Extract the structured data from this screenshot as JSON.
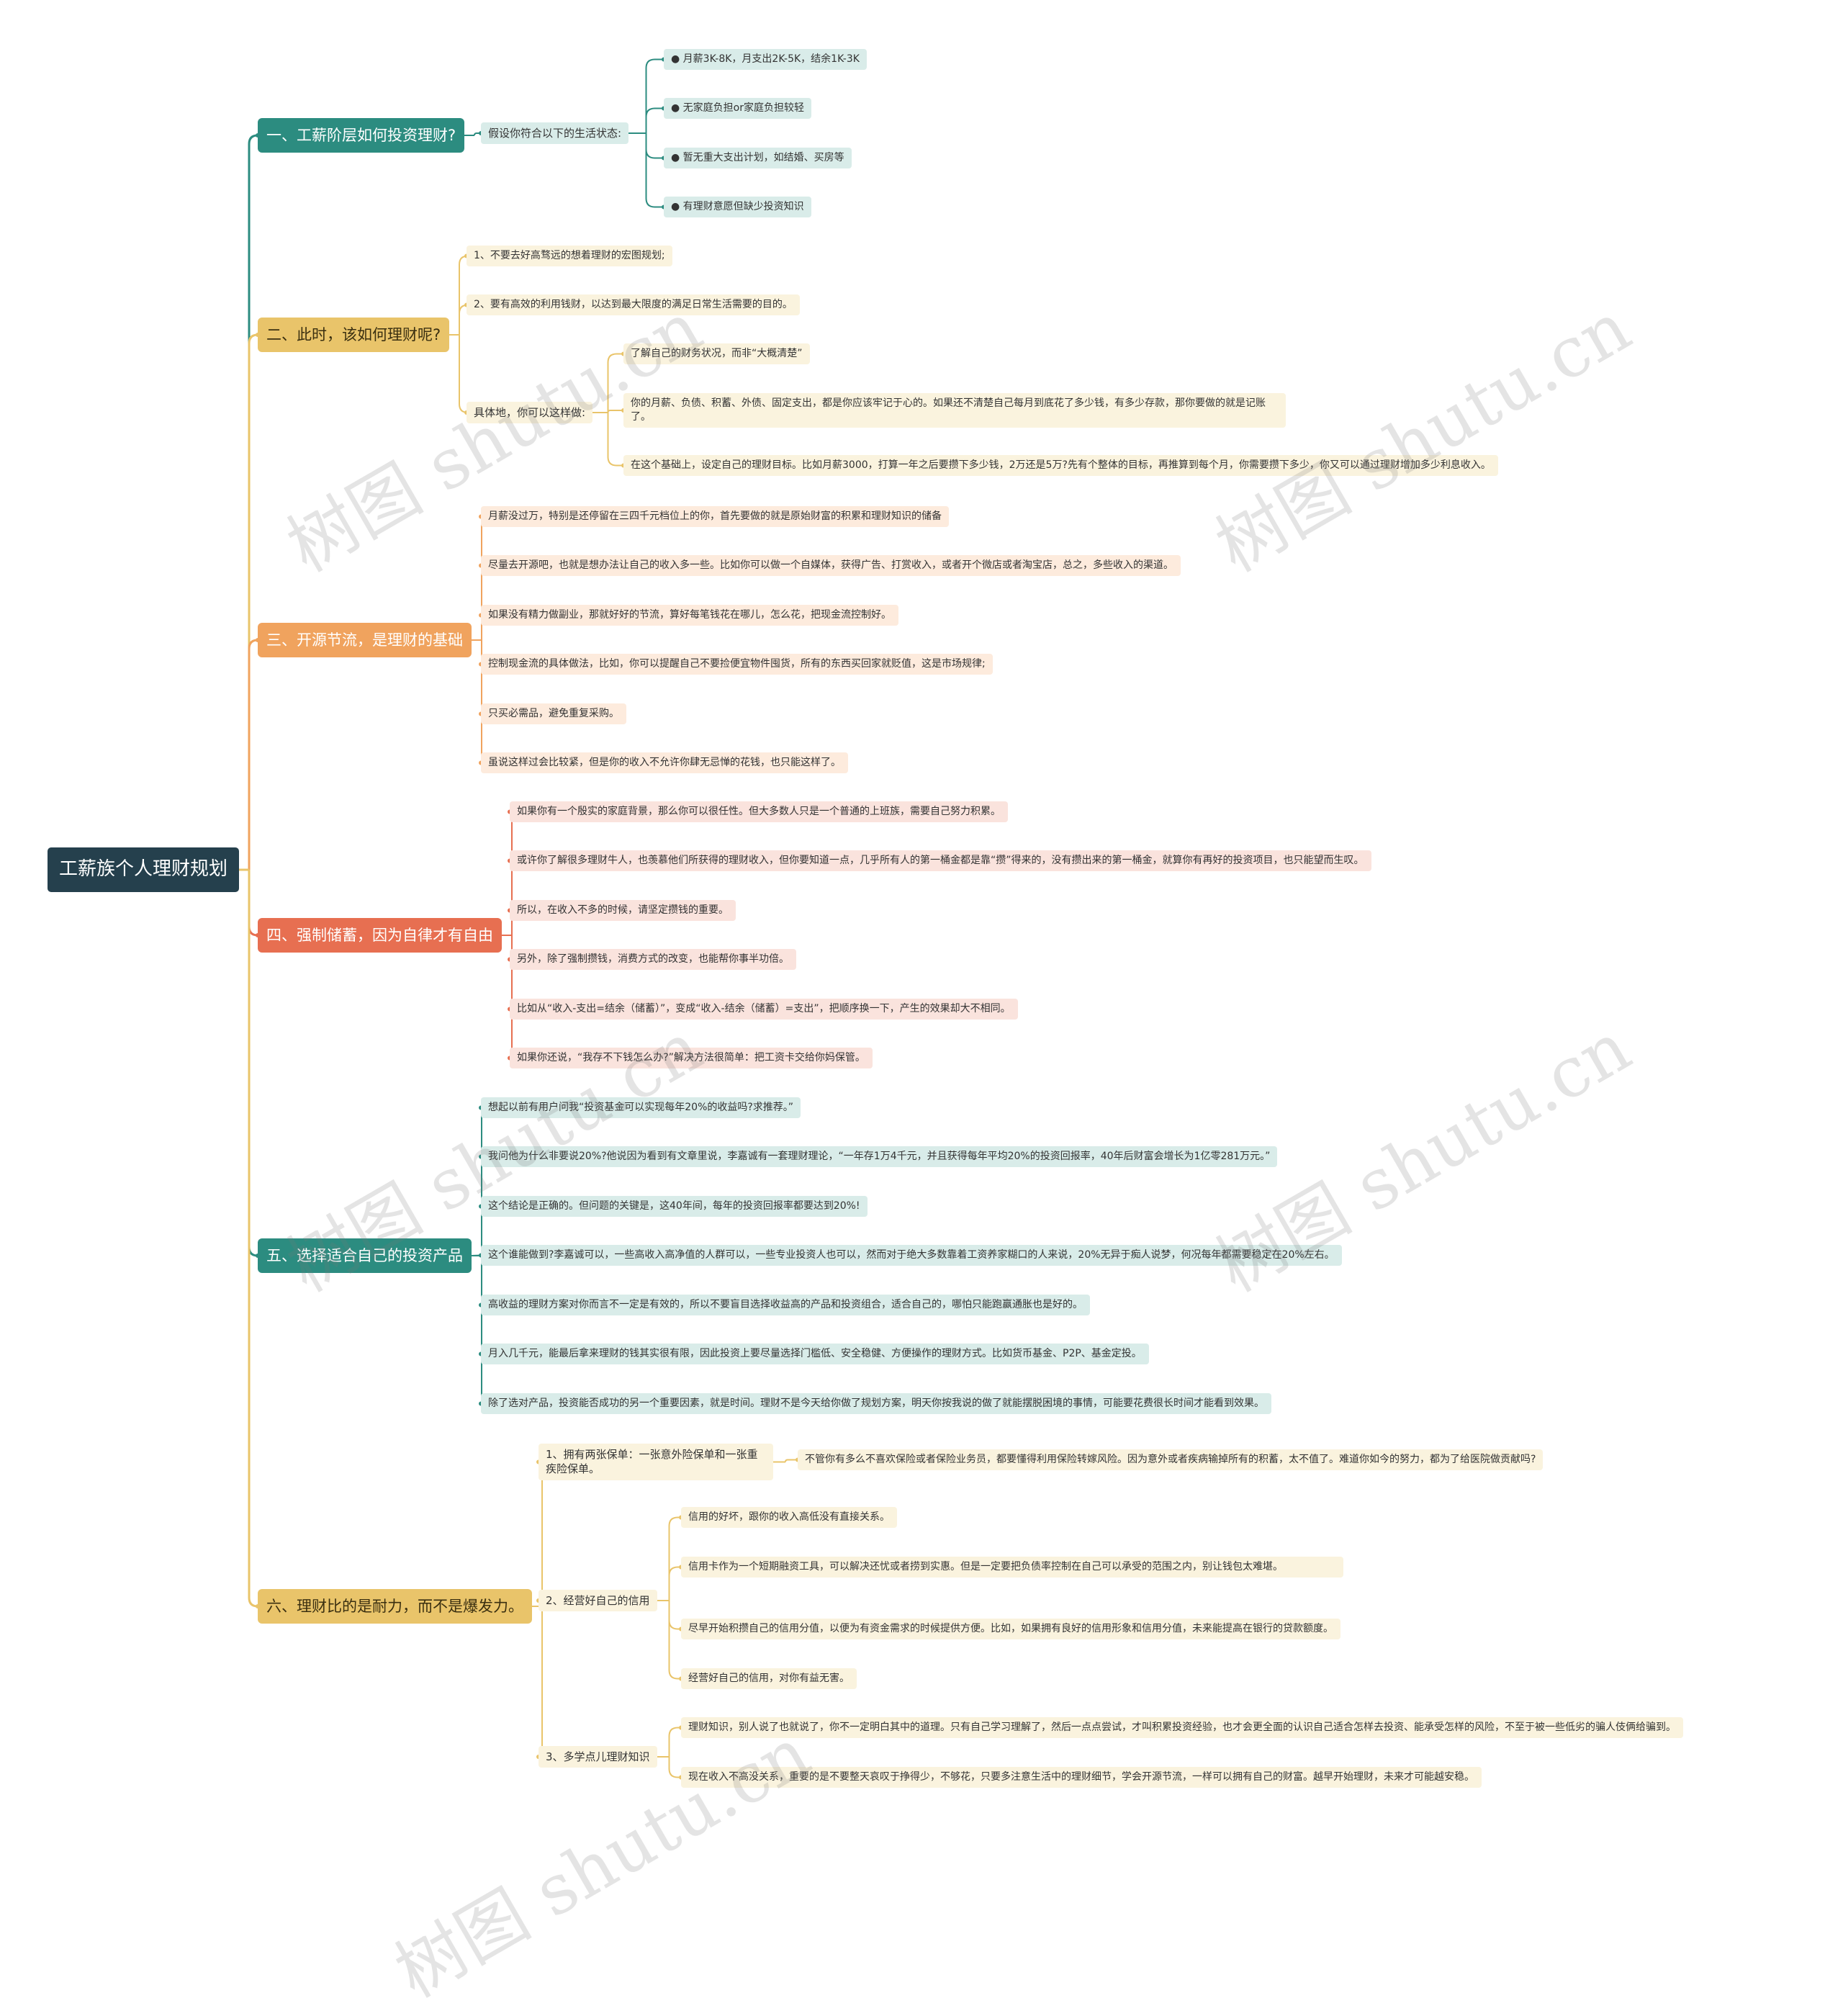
{
  "root": "工薪族个人理财规划",
  "colors": {
    "teal": "#2c8c80",
    "teal_bg": "#d9ece9",
    "gold": "#e9c46a",
    "gold_bg": "#faf3de",
    "orange": "#f0a35e",
    "orange_bg": "#fdebdd",
    "red": "#e76f51",
    "red_bg": "#fae3dd"
  },
  "branches": [
    {
      "title": "一、工薪阶层如何投资理财?",
      "sub": {
        "label": "假设你符合以下的生活状态:",
        "items": [
          "● 月薪3K-8K，月支出2K-5K，结余1K-3K",
          "● 无家庭负担or家庭负担较轻",
          "● 暂无重大支出计划，如结婚、买房等",
          "● 有理财意愿但缺少投资知识"
        ]
      }
    },
    {
      "title": "二、此时，该如何理财呢?",
      "items": [
        "1、不要去好高骛远的想着理财的宏图规划;",
        "2、要有高效的利用钱财，以达到最大限度的满足日常生活需要的目的。"
      ],
      "sub": {
        "label": "具体地，你可以这样做:",
        "items": [
          "了解自己的财务状况，而非“大概清楚”",
          "你的月薪、负债、积蓄、外债、固定支出，都是你应该牢记于心的。如果还不清楚自己每月到底花了多少钱，有多少存款，那你要做的就是记账了。",
          "在这个基础上，设定自己的理财目标。比如月薪3000，打算一年之后要攒下多少钱，2万还是5万?先有个整体的目标，再推算到每个月，你需要攒下多少，你又可以通过理财增加多少利息收入。"
        ]
      }
    },
    {
      "title": "三、开源节流，是理财的基础",
      "items": [
        "月薪没过万，特别是还停留在三四千元档位上的你，首先要做的就是原始财富的积累和理财知识的储备",
        "尽量去开源吧，也就是想办法让自己的收入多一些。比如你可以做一个自媒体，获得广告、打赏收入，或者开个微店或者淘宝店，总之，多些收入的渠道。",
        "如果没有精力做副业，那就好好的节流，算好每笔钱花在哪儿，怎么花，把现金流控制好。",
        "控制现金流的具体做法，比如，你可以提醒自己不要捡便宜物件囤货，所有的东西买回家就贬值，这是市场规律;",
        "只买必需品，避免重复采购。",
        "虽说这样过会比较紧，但是你的收入不允许你肆无忌惮的花钱，也只能这样了。"
      ]
    },
    {
      "title": "四、强制储蓄，因为自律才有自由",
      "items": [
        "如果你有一个殷实的家庭背景，那么你可以很任性。但大多数人只是一个普通的上班族，需要自己努力积累。",
        "或许你了解很多理财牛人，也羡慕他们所获得的理财收入，但你要知道一点，几乎所有人的第一桶金都是靠“攒”得来的，没有攒出来的第一桶金，就算你有再好的投资项目，也只能望而生叹。",
        "所以，在收入不多的时候，请坚定攒钱的重要。",
        "另外，除了强制攒钱，消费方式的改变，也能帮你事半功倍。",
        "比如从“收入-支出=结余（储蓄）”，变成“收入-结余（储蓄）=支出”，把顺序换一下，产生的效果却大不相同。",
        "如果你还说，“我存不下钱怎么办?”解决方法很简单：把工资卡交给你妈保管。"
      ]
    },
    {
      "title": "五、选择适合自己的投资产品",
      "items": [
        "想起以前有用户问我“投资基金可以实现每年20%的收益吗?求推荐。”",
        "我问他为什么非要说20%?他说因为看到有文章里说，李嘉诚有一套理财理论，“一年存1万4千元，并且获得每年平均20%的投资回报率，40年后财富会增长为1亿零281万元。”",
        "这个结论是正确的。但问题的关键是，这40年间，每年的投资回报率都要达到20%!",
        "这个谁能做到?李嘉诚可以，一些高收入高净值的人群可以，一些专业投资人也可以，然而对于绝大多数靠着工资养家糊口的人来说，20%无异于痴人说梦，何况每年都需要稳定在20%左右。",
        "高收益的理财方案对你而言不一定是有效的，所以不要盲目选择收益高的产品和投资组合，适合自己的，哪怕只能跑赢通胀也是好的。",
        "月入几千元，能最后拿来理财的钱其实很有限，因此投资上要尽量选择门槛低、安全稳健、方便操作的理财方式。比如货币基金、P2P、基金定投。",
        "除了选对产品，投资能否成功的另一个重要因素，就是时间。理财不是今天给你做了规划方案，明天你按我说的做了就能摆脱困境的事情，可能要花费很长时间才能看到效果。"
      ]
    },
    {
      "title": "六、理财比的是耐力，而不是爆发力。",
      "subs": [
        {
          "label": "1、拥有两张保单：一张意外险保单和一张重疾险保单。",
          "items": [
            "不管你有多么不喜欢保险或者保险业务员，都要懂得利用保险转嫁风险。因为意外或者疾病输掉所有的积蓄，太不值了。难道你如今的努力，都为了给医院做贡献吗?"
          ]
        },
        {
          "label": "2、经营好自己的信用",
          "items": [
            "信用的好坏，跟你的收入高低没有直接关系。",
            "信用卡作为一个短期融资工具，可以解决还忧或者捞到实惠。但是一定要把负债率控制在自己可以承受的范围之内，别让钱包太难堪。",
            "尽早开始积攒自己的信用分值，以便为有资金需求的时候提供方便。比如，如果拥有良好的信用形象和信用分值，未来能提高在银行的贷款额度。",
            "经营好自己的信用，对你有益无害。"
          ]
        },
        {
          "label": "3、多学点儿理财知识",
          "items": [
            "理财知识，别人说了也就说了，你不一定明白其中的道理。只有自己学习理解了，然后一点点尝试，才叫积累投资经验，也才会更全面的认识自己适合怎样去投资、能承受怎样的风险，不至于被一些低劣的骗人伎俩给骗到。",
            "现在收入不高没关系，重要的是不要整天哀叹于挣得少，不够花，只要多注意生活中的理财细节，学会开源节流，一样可以拥有自己的财富。越早开始理财，未来才可能越安稳。"
          ]
        }
      ]
    }
  ],
  "watermark": "树图 shutu.cn"
}
